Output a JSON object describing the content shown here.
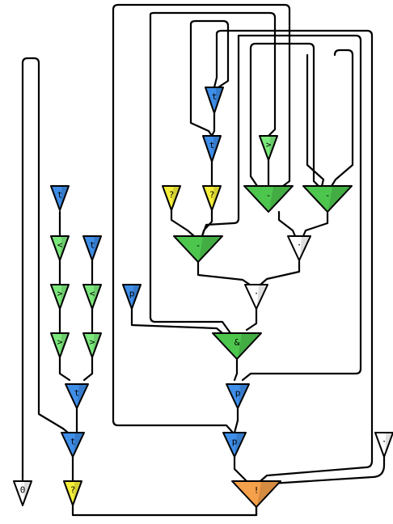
{
  "colors": {
    "blue": "#3f8ee8",
    "green": "#4dc64d",
    "green_light": "#7be87b",
    "yellow": "#f5ef3a",
    "orange": "#f5a04a",
    "white": "#ffffff",
    "wire": "#000000"
  },
  "nodes": [
    {
      "id": "t1",
      "symbol": "t",
      "color": "blue"
    },
    {
      "id": "t2",
      "symbol": "t",
      "color": "blue"
    },
    {
      "id": "q1",
      "symbol": "?",
      "color": "yellow"
    },
    {
      "id": "q2",
      "symbol": "?",
      "color": "yellow"
    },
    {
      "id": "gt1",
      "symbol": ">",
      "color": "green_light"
    },
    {
      "id": "m1",
      "symbol": "-",
      "color": "green"
    },
    {
      "id": "m2",
      "symbol": "-",
      "color": "green"
    },
    {
      "id": "m3",
      "symbol": "-",
      "color": "green"
    },
    {
      "id": "d1",
      "symbol": "·",
      "color": "white"
    },
    {
      "id": "d2",
      "symbol": "·",
      "color": "white"
    },
    {
      "id": "p1",
      "symbol": "p",
      "color": "blue"
    },
    {
      "id": "and",
      "symbol": "&",
      "color": "green"
    },
    {
      "id": "p2",
      "symbol": "p",
      "color": "blue"
    },
    {
      "id": "p3",
      "symbol": "p",
      "color": "blue"
    },
    {
      "id": "bang",
      "symbol": "!",
      "color": "orange"
    },
    {
      "id": "d3",
      "symbol": "·",
      "color": "white"
    },
    {
      "id": "zero",
      "symbol": "0",
      "color": "white"
    },
    {
      "id": "lt3",
      "symbol": "t",
      "color": "blue"
    },
    {
      "id": "lt1a",
      "symbol": "<",
      "color": "green_light"
    },
    {
      "id": "lt1b",
      "symbol": ">",
      "color": "green_light"
    },
    {
      "id": "lt1c",
      "symbol": ">",
      "color": "green_light"
    },
    {
      "id": "lt4",
      "symbol": "t",
      "color": "blue"
    },
    {
      "id": "lt2a",
      "symbol": "<",
      "color": "green_light"
    },
    {
      "id": "lt2b",
      "symbol": ">",
      "color": "green_light"
    },
    {
      "id": "lt5",
      "symbol": "t",
      "color": "blue"
    },
    {
      "id": "lt6",
      "symbol": "t",
      "color": "blue"
    },
    {
      "id": "q3",
      "symbol": "?",
      "color": "yellow"
    }
  ]
}
